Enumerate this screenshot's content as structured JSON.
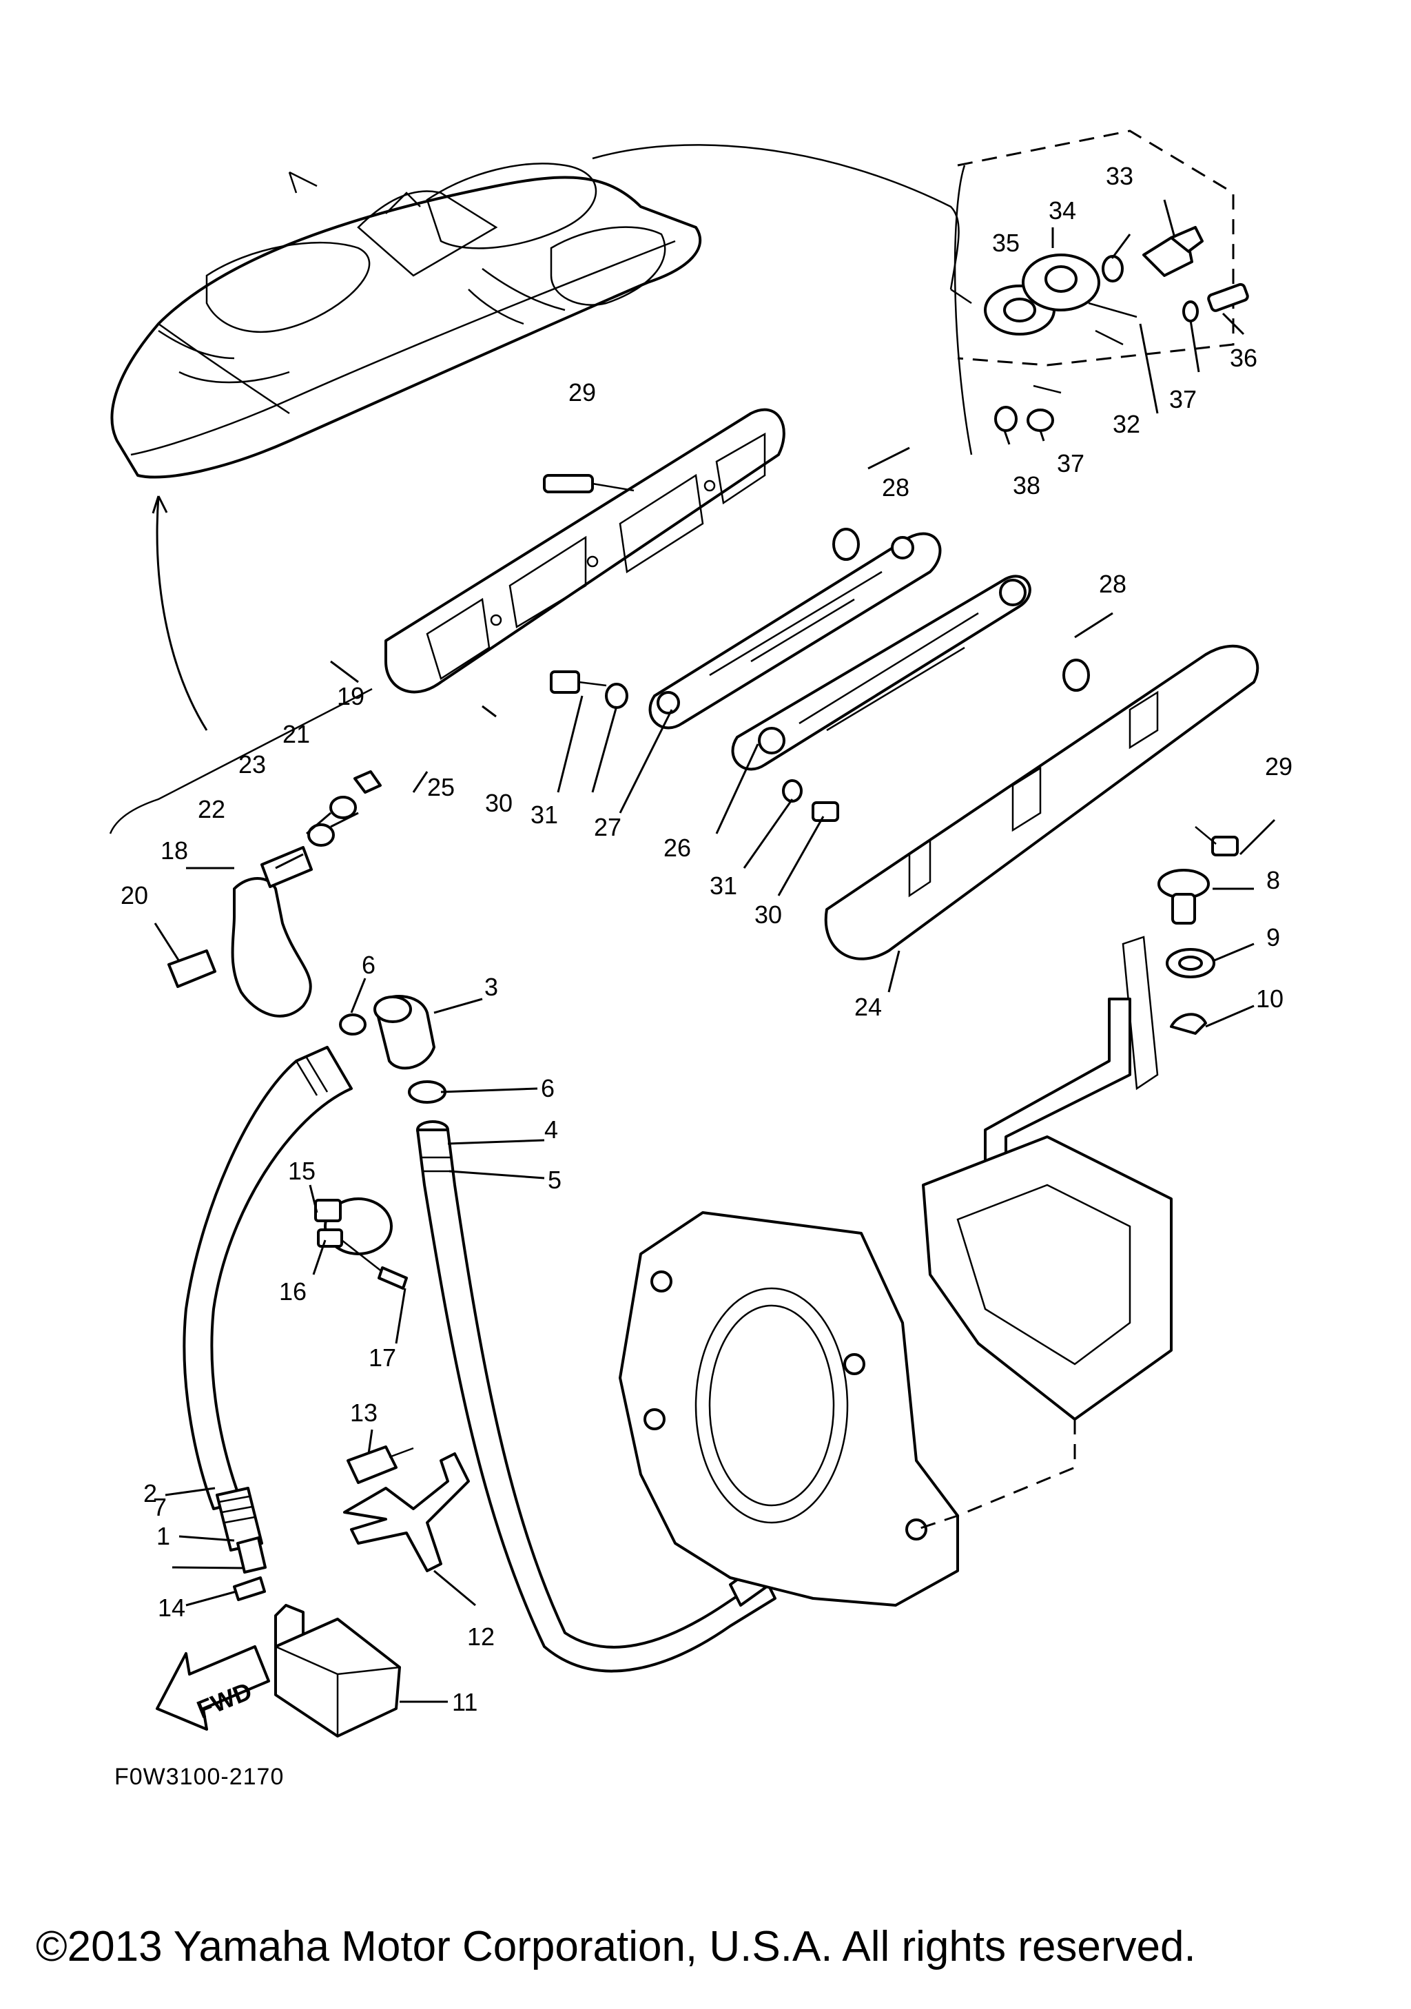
{
  "diagram_code": "F0W3100-2170",
  "copyright": "©2013 Yamaha Motor Corporation, U.S.A. All rights reserved.",
  "fwd_label": "FWD",
  "callouts": [
    "1",
    "2",
    "3",
    "4",
    "5",
    "6",
    "6",
    "7",
    "8",
    "9",
    "10",
    "11",
    "12",
    "13",
    "14",
    "15",
    "16",
    "17",
    "18",
    "19",
    "20",
    "21",
    "22",
    "23",
    "24",
    "25",
    "26",
    "27",
    "28",
    "28",
    "29",
    "29",
    "30",
    "30",
    "31",
    "31",
    "32",
    "33",
    "34",
    "35",
    "36",
    "37",
    "37",
    "38"
  ]
}
